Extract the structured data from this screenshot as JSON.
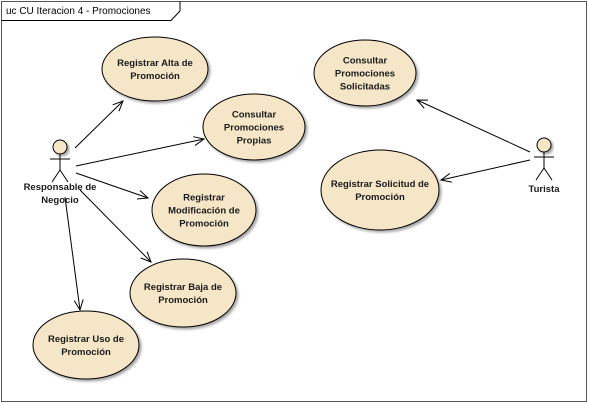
{
  "diagram": {
    "frame_title": "uc CU Iteracion 4 - Promociones",
    "colors": {
      "use_case_fill": "#f5e6c8",
      "use_case_stroke": "#000000",
      "actor_head_fill": "#f5e6c8",
      "line": "#000000"
    },
    "actors": [
      {
        "id": "responsable",
        "label_lines": [
          "Responsable de",
          "Negocio"
        ]
      },
      {
        "id": "turista",
        "label_lines": [
          "Turista"
        ]
      }
    ],
    "use_cases": [
      {
        "id": "uc_alta",
        "label_lines": [
          "Registrar Alta de",
          "Promoción"
        ]
      },
      {
        "id": "uc_consultar_propias",
        "label_lines": [
          "Consultar",
          "Promociones",
          "Propias"
        ]
      },
      {
        "id": "uc_modificacion",
        "label_lines": [
          "Registrar",
          "Modificación de",
          "Promoción"
        ]
      },
      {
        "id": "uc_baja",
        "label_lines": [
          "Registrar Baja de",
          "Promoción"
        ]
      },
      {
        "id": "uc_uso",
        "label_lines": [
          "Registrar Uso de",
          "Promoción"
        ]
      },
      {
        "id": "uc_consultar_solicitadas",
        "label_lines": [
          "Consultar",
          "Promociones",
          "Solicitadas"
        ]
      },
      {
        "id": "uc_solicitud",
        "label_lines": [
          "Registrar Solicitud de",
          "Promoción"
        ]
      }
    ],
    "associations": [
      {
        "from": "responsable",
        "to": "uc_alta"
      },
      {
        "from": "responsable",
        "to": "uc_consultar_propias"
      },
      {
        "from": "responsable",
        "to": "uc_modificacion"
      },
      {
        "from": "responsable",
        "to": "uc_baja"
      },
      {
        "from": "responsable",
        "to": "uc_uso"
      },
      {
        "from": "turista",
        "to": "uc_consultar_solicitadas"
      },
      {
        "from": "turista",
        "to": "uc_solicitud"
      }
    ]
  }
}
